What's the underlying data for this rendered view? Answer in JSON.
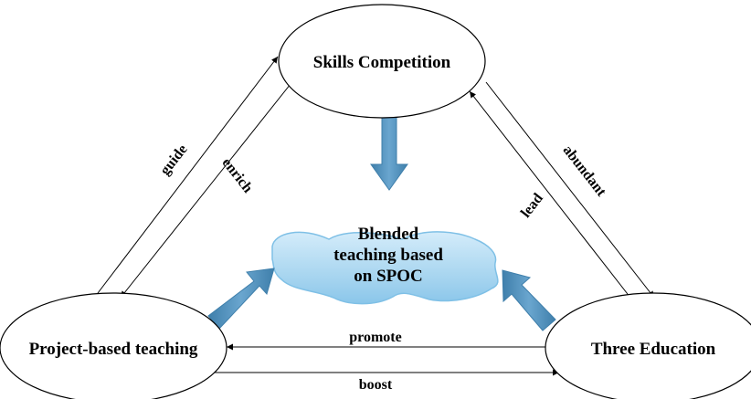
{
  "nodes": {
    "top": {
      "label": "Skills Competition"
    },
    "left": {
      "label": "Project-based teaching"
    },
    "right": {
      "label": "Three Education"
    }
  },
  "center": {
    "lines": [
      "Blended",
      "teaching based",
      "on SPOC"
    ]
  },
  "edges": {
    "guide": "guide",
    "enrich": "enrich",
    "abundant": "abundant",
    "lead": "lead",
    "promote": "promote",
    "boost": "boost"
  },
  "colors": {
    "arrow_fill": "#4f8fba",
    "cloud_fill": "#a9d6f0",
    "cloud_edge": "#7fc0e6"
  }
}
